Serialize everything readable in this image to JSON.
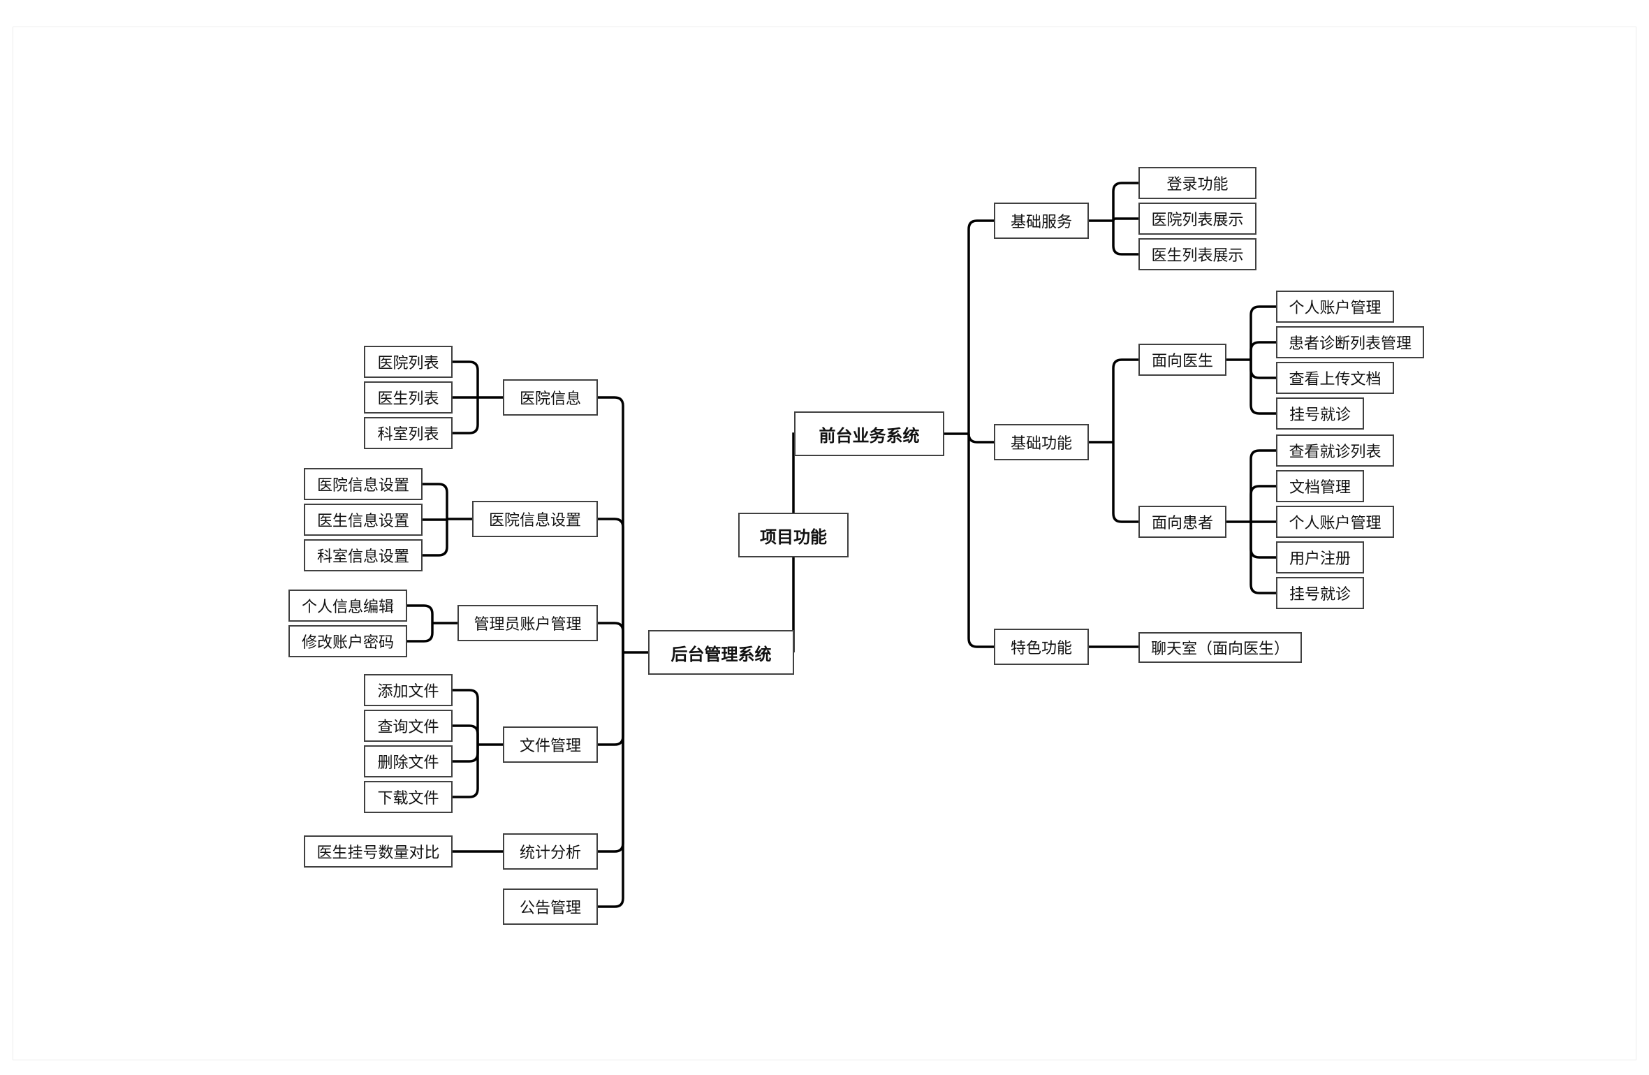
{
  "mindmap": {
    "root": "项目功能",
    "front": {
      "label": "前台业务系统",
      "basic_service": {
        "label": "基础服务",
        "items": [
          "登录功能",
          "医院列表展示",
          "医生列表展示"
        ]
      },
      "basic_function": {
        "label": "基础功能",
        "doctor": {
          "label": "面向医生",
          "items": [
            "个人账户管理",
            "患者诊断列表管理",
            "查看上传文档",
            "挂号就诊"
          ]
        },
        "patient": {
          "label": "面向患者",
          "items": [
            "查看就诊列表",
            "文档管理",
            "个人账户管理",
            "用户注册",
            "挂号就诊"
          ]
        }
      },
      "special": {
        "label": "特色功能",
        "items": [
          "聊天室（面向医生）"
        ]
      }
    },
    "back": {
      "label": "后台管理系统",
      "hospital_info": {
        "label": "医院信息",
        "items": [
          "医院列表",
          "医生列表",
          "科室列表"
        ]
      },
      "hospital_settings": {
        "label": "医院信息设置",
        "items": [
          "医院信息设置",
          "医生信息设置",
          "科室信息设置"
        ]
      },
      "admin_account": {
        "label": "管理员账户管理",
        "items": [
          "个人信息编辑",
          "修改账户密码"
        ]
      },
      "file_mgmt": {
        "label": "文件管理",
        "items": [
          "添加文件",
          "查询文件",
          "删除文件",
          "下载文件"
        ]
      },
      "statistics": {
        "label": "统计分析",
        "items": [
          "医生挂号数量对比"
        ]
      },
      "notice": {
        "label": "公告管理"
      }
    }
  }
}
